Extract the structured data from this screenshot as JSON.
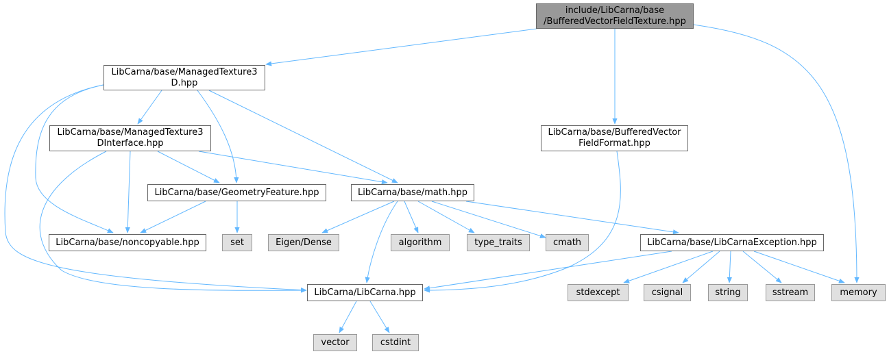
{
  "colors": {
    "edge": "#63b8ff",
    "root_fill": "#999999",
    "external_fill": "#e0e0e0",
    "node_border": "#666666"
  },
  "nodes": {
    "root": {
      "line1": "include/LibCarna/base",
      "line2": "/BufferedVectorFieldTexture.hpp"
    },
    "managed_texture3d": {
      "line1": "LibCarna/base/ManagedTexture3",
      "line2": "D.hpp"
    },
    "buffered_vector_field_format": {
      "line1": "LibCarna/base/BufferedVector",
      "line2": "FieldFormat.hpp"
    },
    "managed_texture3d_interface": {
      "line1": "LibCarna/base/ManagedTexture3",
      "line2": "DInterface.hpp"
    },
    "geometry_feature": {
      "label": "LibCarna/base/GeometryFeature.hpp"
    },
    "math": {
      "label": "LibCarna/base/math.hpp"
    },
    "noncopyable": {
      "label": "LibCarna/base/noncopyable.hpp"
    },
    "set": {
      "label": "set"
    },
    "eigen_dense": {
      "label": "Eigen/Dense"
    },
    "algorithm": {
      "label": "algorithm"
    },
    "type_traits": {
      "label": "type_traits"
    },
    "cmath": {
      "label": "cmath"
    },
    "libcarna_exception": {
      "label": "LibCarna/base/LibCarnaException.hpp"
    },
    "libcarna": {
      "label": "LibCarna/LibCarna.hpp"
    },
    "stdexcept": {
      "label": "stdexcept"
    },
    "csignal": {
      "label": "csignal"
    },
    "string": {
      "label": "string"
    },
    "sstream": {
      "label": "sstream"
    },
    "memory": {
      "label": "memory"
    },
    "vector": {
      "label": "vector"
    },
    "cstdint": {
      "label": "cstdint"
    }
  }
}
